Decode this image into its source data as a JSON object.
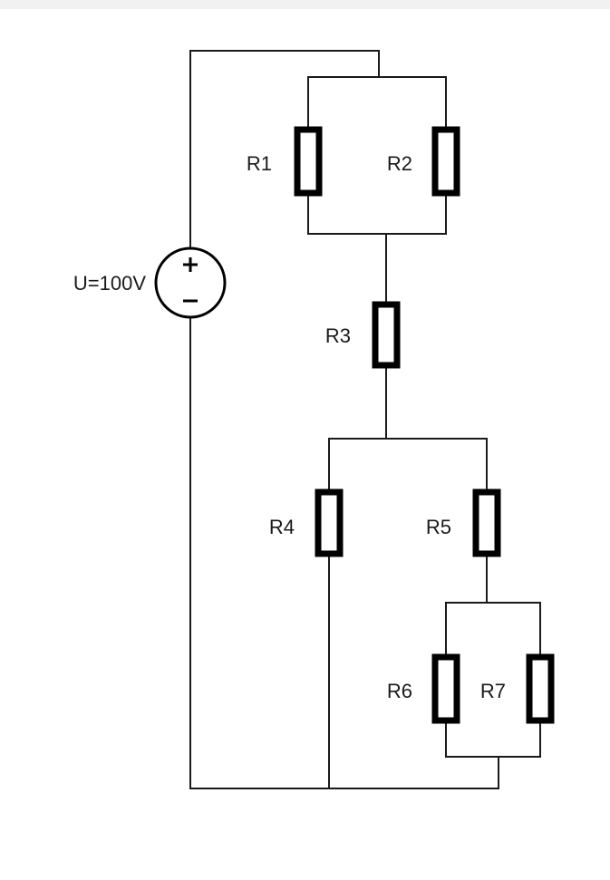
{
  "source": {
    "label": "U=100V",
    "plus": "+",
    "minus": "−"
  },
  "resistors": {
    "r1": "R1",
    "r2": "R2",
    "r3": "R3",
    "r4": "R4",
    "r5": "R5",
    "r6": "R6",
    "r7": "R7"
  }
}
